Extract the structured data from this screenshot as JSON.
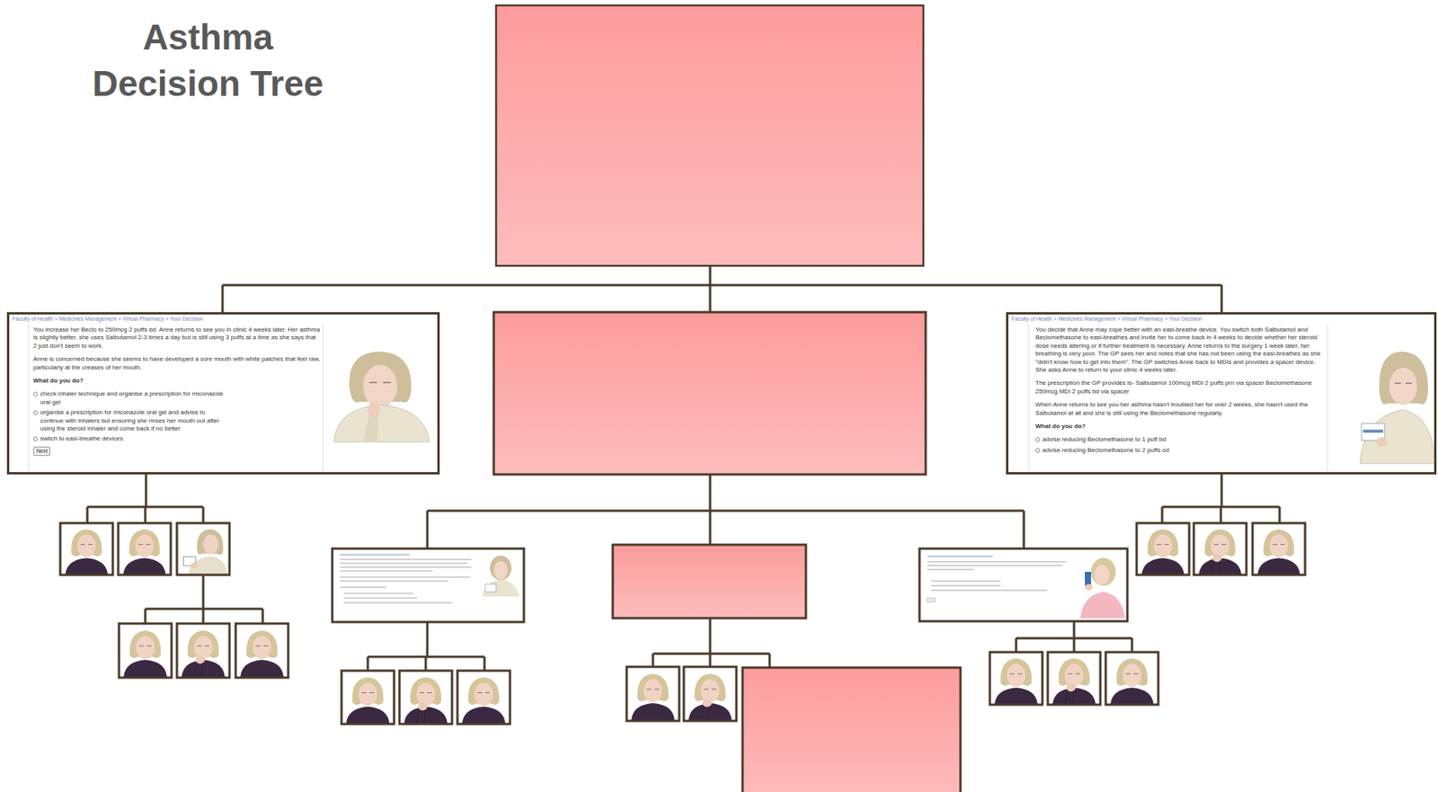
{
  "diagram": {
    "title": "Asthma Decision Tree",
    "nodes": [
      {
        "text": [
          "Faculty of Health > Medicines Management > Virtual Pharmacy > Your Decision",
          "You increase her Beclo to 250mcg 2 puffs bd. Anne returns to see you in clinic 4 weeks later. Her asthma is slightly better, she uses Salbutamol 2-3 times a day but is still using 3 puffs at a time as she says that 2 just don't seem to work.",
          "Anne is concerned because she seems to have developed a sore mouth with white patches that feel raw, particularly at the creases of her mouth.",
          "What do you do?",
          "check inhaler technique and organise a prescription for miconazole oral gel",
          "organise a prescription for miconazole oral gel and advise to continue with inhalers but ensuring she rinses her mouth out after using the steroid inhaler and come back if no better",
          "switch to easi-breathe devices"
        ]
      },
      {
        "text": [
          "Next"
        ],
        "in": 0
      },
      {
        "text": [
          "Faculty of Health > Medicines Management > Virtual Pharmacy > Your Decision",
          "You decide that Anne may cope better with an easi-breathe device. You switch both Salbutamol and Beclomethasone to easi-breathes and invite her to come back in 4 weeks to decide whether her steroid dose needs altering or if further treatment is necessary. Anne returns to the surgery 1 week later, her breathing is very poor. The GP sees her and notes that she has not been using the easi-breathes as she \"didn't know how to get into them\". The GP switches Anne back to MDIs and provides a spacer device. She asks Anne to return to your clinic 4 weeks later.",
          "The prescription the GP provides is- Salbutamol 100mcg MDI 2 puffs prn via spacer Beclomethasone 250mcg MDI 2 puffs bd via spacer",
          "When Anne returns to see you her asthma hasn't troubled her for over 2 weeks, she hasn't used the Salbutamol at all and she is still using the Beclomethasone regularly.",
          "What do you do?",
          "advise reducing Beclomethasone to 1 puff bd",
          "advise reducing Beclomethasone to 2 puffs od"
        ]
      }
    ]
  }
}
